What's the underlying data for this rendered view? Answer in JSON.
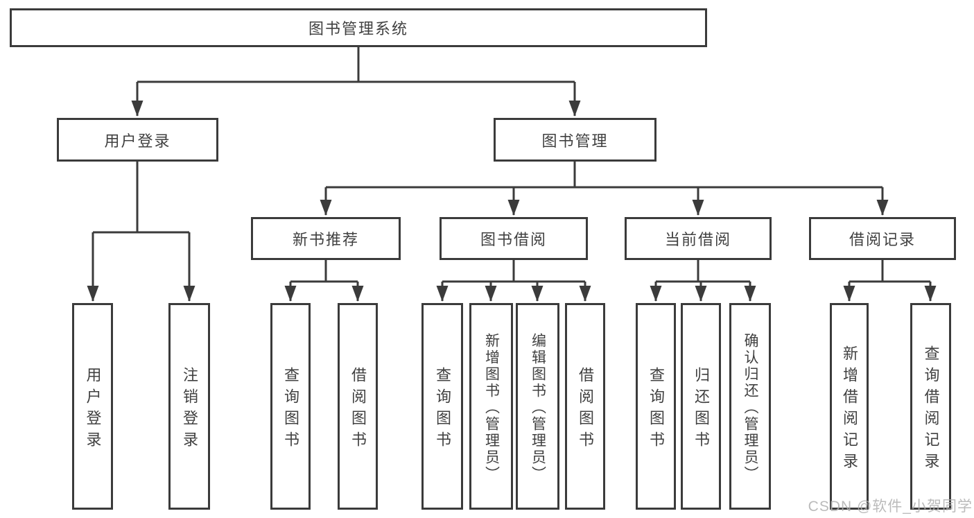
{
  "diagram": {
    "title_box": {
      "label": "图书管理系统"
    },
    "level2": [
      {
        "label": "用户登录"
      },
      {
        "label": "图书管理"
      }
    ],
    "level3": [
      {
        "label": "新书推荐"
      },
      {
        "label": "图书借阅"
      },
      {
        "label": "当前借阅"
      },
      {
        "label": "借阅记录"
      }
    ],
    "leaves": [
      {
        "label": "用户登录"
      },
      {
        "label": "注销登录"
      },
      {
        "label": "查询图书"
      },
      {
        "label": "借阅图书"
      },
      {
        "label": "查询图书"
      },
      {
        "label": "新增图书（管理员）"
      },
      {
        "label": "编辑图书（管理员）"
      },
      {
        "label": "借阅图书"
      },
      {
        "label": "查询图书"
      },
      {
        "label": "归还图书"
      },
      {
        "label": "确认归还（管理员）"
      },
      {
        "label": "新增借阅记录"
      },
      {
        "label": "查询借阅记录"
      }
    ],
    "watermark": "CSDN @软件_小贺同学",
    "colors": {
      "line": "#3b3b3b",
      "text": "#404040",
      "watermark": "#b0b0b0",
      "background": "#ffffff"
    }
  }
}
